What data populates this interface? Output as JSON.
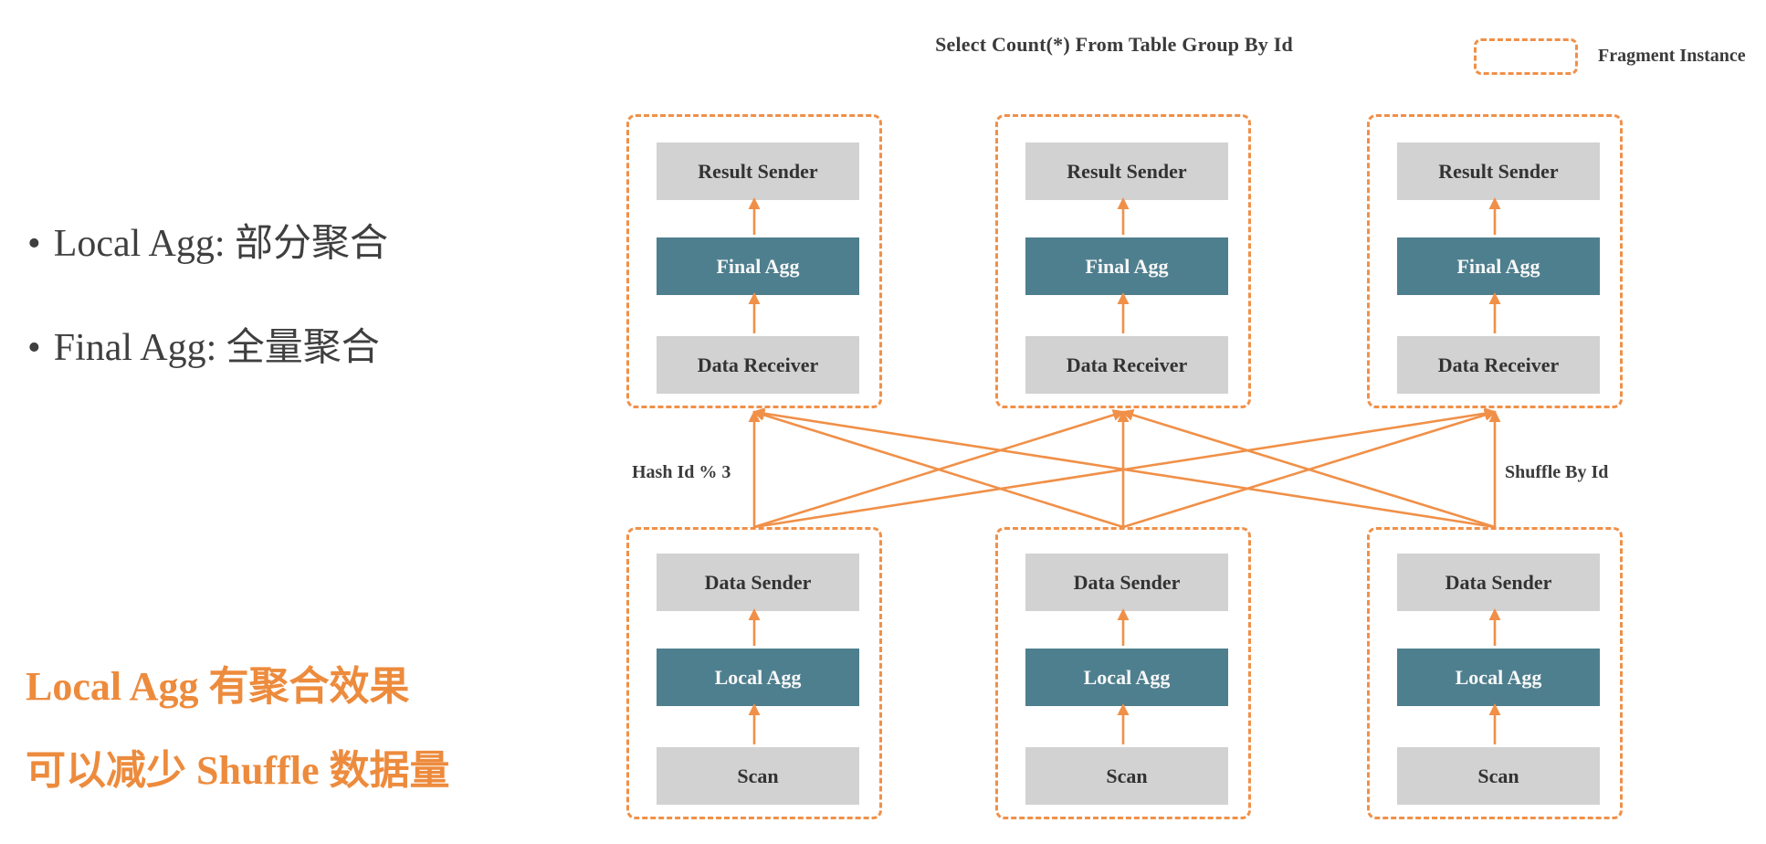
{
  "title": "Select Count(*) From Table Group By Id",
  "legend": {
    "label": "Fragment Instance"
  },
  "notes": {
    "marker": "•",
    "bullets": [
      {
        "text": "Local Agg: 部分聚合"
      },
      {
        "text": "Final Agg: 全量聚合"
      }
    ],
    "highlight": [
      "Local Agg 有聚合效果",
      "可以减少 Shuffle 数据量"
    ]
  },
  "diagram": {
    "top_fragments": [
      {
        "operators": [
          {
            "label": "Result Sender",
            "style": "plain"
          },
          {
            "label": "Final Agg",
            "style": "agg"
          },
          {
            "label": "Data Receiver",
            "style": "plain"
          }
        ]
      },
      {
        "operators": [
          {
            "label": "Result Sender",
            "style": "plain"
          },
          {
            "label": "Final Agg",
            "style": "agg"
          },
          {
            "label": "Data Receiver",
            "style": "plain"
          }
        ]
      },
      {
        "operators": [
          {
            "label": "Result Sender",
            "style": "plain"
          },
          {
            "label": "Final Agg",
            "style": "agg"
          },
          {
            "label": "Data Receiver",
            "style": "plain"
          }
        ]
      }
    ],
    "bottom_fragments": [
      {
        "operators": [
          {
            "label": "Data Sender",
            "style": "plain"
          },
          {
            "label": "Local Agg",
            "style": "agg"
          },
          {
            "label": "Scan",
            "style": "plain"
          }
        ]
      },
      {
        "operators": [
          {
            "label": "Data Sender",
            "style": "plain"
          },
          {
            "label": "Local Agg",
            "style": "agg"
          },
          {
            "label": "Scan",
            "style": "plain"
          }
        ]
      },
      {
        "operators": [
          {
            "label": "Data Sender",
            "style": "plain"
          },
          {
            "label": "Local Agg",
            "style": "agg"
          },
          {
            "label": "Scan",
            "style": "plain"
          }
        ]
      }
    ],
    "edge_labels": {
      "left": "Hash Id % 3",
      "right": "Shuffle By Id"
    },
    "edges": [
      [
        0,
        0
      ],
      [
        0,
        1
      ],
      [
        0,
        2
      ],
      [
        1,
        0
      ],
      [
        1,
        1
      ],
      [
        1,
        2
      ],
      [
        2,
        0
      ],
      [
        2,
        1
      ],
      [
        2,
        2
      ]
    ]
  },
  "colors": {
    "orange": "#F09048",
    "orange_text": "#ED8B3D",
    "teal": "#4E7F8E",
    "gray": "#D2D2D2",
    "dark": "#3B3B3B"
  }
}
